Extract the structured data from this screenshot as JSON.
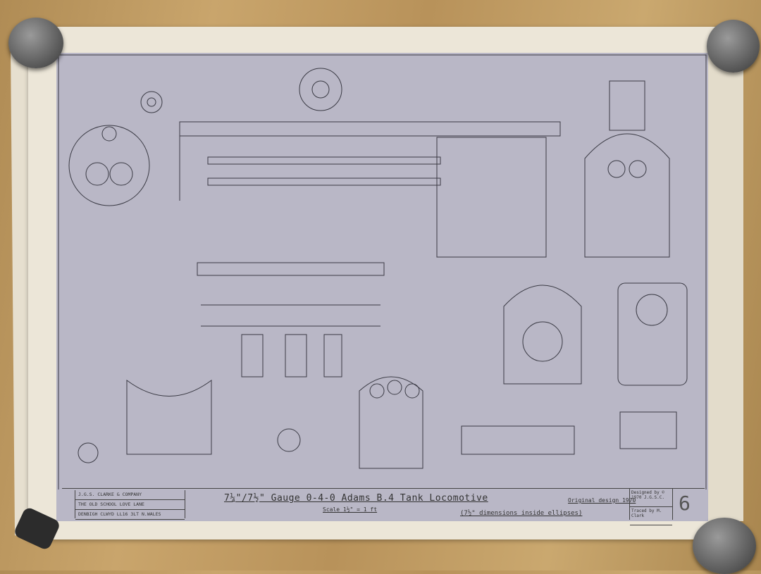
{
  "title_block": {
    "company_line1": "J.G.S. CLARKE & COMPANY",
    "company_line2": "THE OLD SCHOOL  LOVE LANE",
    "company_line3": "DENBIGH CLWYD LL16 3LT N.WALES",
    "title": "7¼\"/7½\" Gauge 0-4-0 Adams B.4 Tank Locomotive",
    "scale": "Scale 1½\" = 1 ft",
    "note": "(7½\" dimensions inside ellipses)",
    "original_design": "Original design 1970",
    "designed_by_label": "Designed by",
    "designed_by_value": "© 1970 J.G.S.C.",
    "traced_by_label": "Traced by",
    "traced_by_value": "M. Clark",
    "sheet_number": "6"
  },
  "colors": {
    "sheet": "#b9b7c6",
    "ink": "#3a3a44",
    "paper": "#ece6d8",
    "wood": "#c0995f"
  }
}
